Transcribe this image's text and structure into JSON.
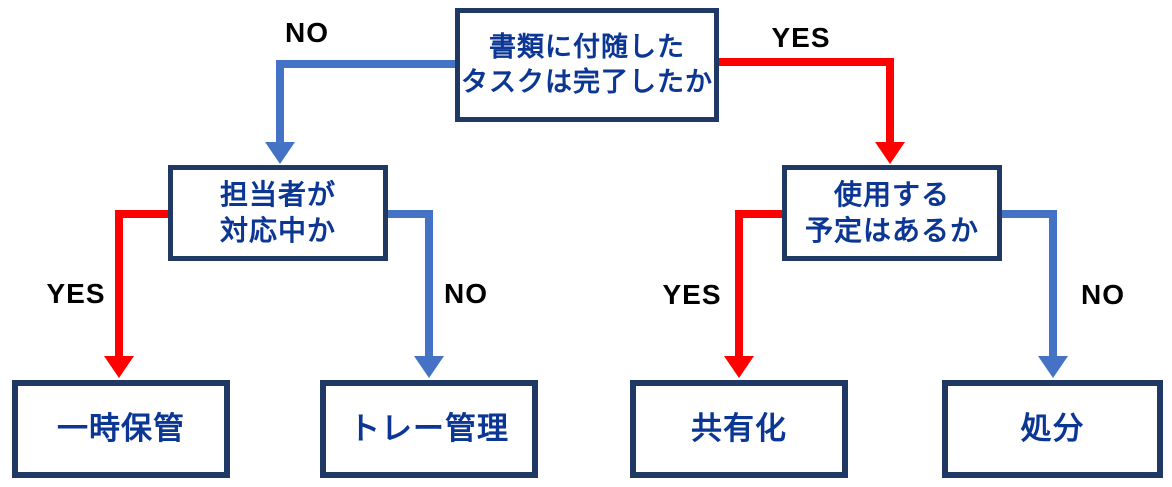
{
  "flowchart": {
    "nodes": {
      "root": {
        "lines": [
          "書類に付随した",
          "タスクは完了したか"
        ]
      },
      "left_decision": {
        "lines": [
          "担当者が",
          "対応中か"
        ]
      },
      "right_decision": {
        "lines": [
          "使用する",
          "予定はあるか"
        ]
      },
      "temp_storage": {
        "label": "一時保管"
      },
      "tray_management": {
        "label": "トレー管理"
      },
      "sharing": {
        "label": "共有化"
      },
      "disposal": {
        "label": "処分"
      }
    },
    "edge_labels": {
      "root_no": "NO",
      "root_yes": "YES",
      "left_yes": "YES",
      "left_no": "NO",
      "right_yes": "YES",
      "right_no": "NO"
    },
    "colors": {
      "yes_arrow": "#FF0000",
      "no_arrow": "#4472C4",
      "box_border": "#1F3864",
      "box_text": "#0B3694",
      "edge_label_text": "#000000",
      "background": "#FFFFFF"
    }
  }
}
